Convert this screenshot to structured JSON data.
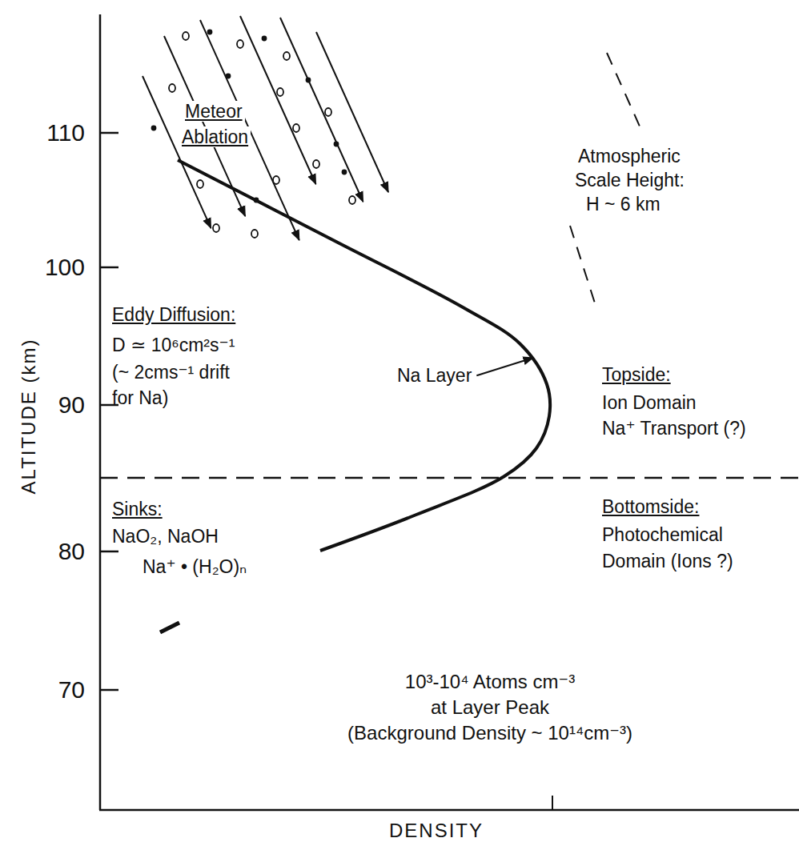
{
  "diagram": {
    "labels": [
      "110",
      "100",
      "90",
      "80",
      "70",
      "Meteor",
      "Ablation",
      "Atmospheric",
      "Scale Height:",
      "H ~ 6 km",
      "Eddy Diffusion:",
      "D ≃ 10⁶cm²s⁻¹",
      "(~ 2cms⁻¹ drift",
      "for Na)",
      "Na Layer",
      "Topside:",
      "Ion Domain",
      "Na⁺ Transport (?)",
      "Bottomside:",
      "Photochemical",
      "Domain (Ions ?)",
      "Sinks:",
      "NaO₂, NaOH",
      "Na⁺ • (H₂O)ₙ",
      "10³-10⁴ Atoms cm⁻³",
      "at Layer Peak",
      "(Background Density ~ 10¹⁴cm⁻³)",
      "ALTITUDE (km)",
      "DENSITY"
    ]
  }
}
